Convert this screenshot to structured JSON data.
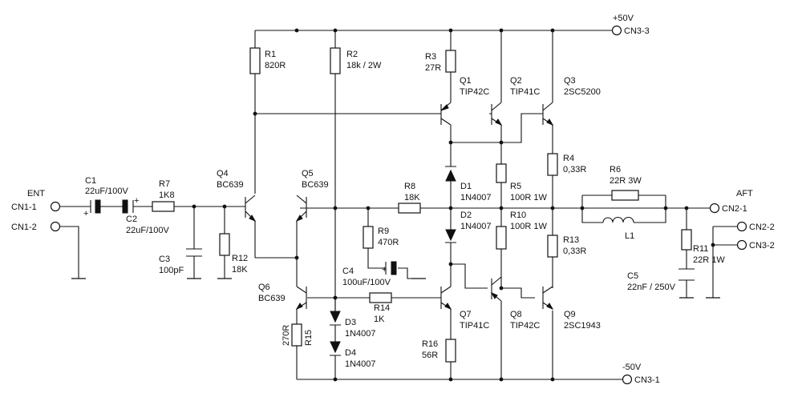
{
  "supply": {
    "pos": "+50V",
    "neg": "-50V",
    "pos_conn": "CN3-3",
    "neg_conn": "CN3-1"
  },
  "input": {
    "label": "ENT",
    "conn1": "CN1-1",
    "conn2": "CN1-2"
  },
  "output": {
    "label": "AFT",
    "conn1": "CN2-1",
    "conn2": "CN2-2",
    "conn3": "CN3-2"
  },
  "resistors": {
    "r1": {
      "ref": "R1",
      "value": "820R"
    },
    "r2": {
      "ref": "R2",
      "value": "18k / 2W"
    },
    "r3": {
      "ref": "R3",
      "value": "27R"
    },
    "r4": {
      "ref": "R4",
      "value": "0,33R"
    },
    "r5": {
      "ref": "R5",
      "value": "100R 1W"
    },
    "r6": {
      "ref": "R6",
      "value": "22R 3W"
    },
    "r7": {
      "ref": "R7",
      "value": "1K8"
    },
    "r8": {
      "ref": "R8",
      "value": "18K"
    },
    "r9": {
      "ref": "R9",
      "value": "470R"
    },
    "r10": {
      "ref": "R10",
      "value": "100R 1W"
    },
    "r11": {
      "ref": "R11",
      "value": "22R 1W"
    },
    "r12": {
      "ref": "R12",
      "value": "18K"
    },
    "r13": {
      "ref": "R13",
      "value": "0,33R"
    },
    "r14": {
      "ref": "R14",
      "value": "1K"
    },
    "r15": {
      "ref": "R15",
      "value": "270R"
    },
    "r16": {
      "ref": "R16",
      "value": "56R"
    }
  },
  "capacitors": {
    "c1": {
      "ref": "C1",
      "value": "22uF/100V"
    },
    "c2": {
      "ref": "C2",
      "value": "22uF/100V"
    },
    "c3": {
      "ref": "C3",
      "value": "100pF"
    },
    "c4": {
      "ref": "C4",
      "value": "100uF/100V"
    },
    "c5": {
      "ref": "C5",
      "value": "22nF / 250V"
    }
  },
  "transistors": {
    "q1": {
      "ref": "Q1",
      "type": "TIP42C"
    },
    "q2": {
      "ref": "Q2",
      "type": "TIP41C"
    },
    "q3": {
      "ref": "Q3",
      "type": "2SC5200"
    },
    "q4": {
      "ref": "Q4",
      "type": "BC639"
    },
    "q5": {
      "ref": "Q5",
      "type": "BC639"
    },
    "q6": {
      "ref": "Q6",
      "type": "BC639"
    },
    "q7": {
      "ref": "Q7",
      "type": "TIP41C"
    },
    "q8": {
      "ref": "Q8",
      "type": "TIP42C"
    },
    "q9": {
      "ref": "Q9",
      "type": "2SC1943"
    }
  },
  "diodes": {
    "d1": {
      "ref": "D1",
      "type": "1N4007"
    },
    "d2": {
      "ref": "D2",
      "type": "1N4007"
    },
    "d3": {
      "ref": "D3",
      "type": "1N4007"
    },
    "d4": {
      "ref": "D4",
      "type": "1N4007"
    }
  },
  "inductor": {
    "ref": "L1"
  },
  "polarity": {
    "plus": "+"
  }
}
